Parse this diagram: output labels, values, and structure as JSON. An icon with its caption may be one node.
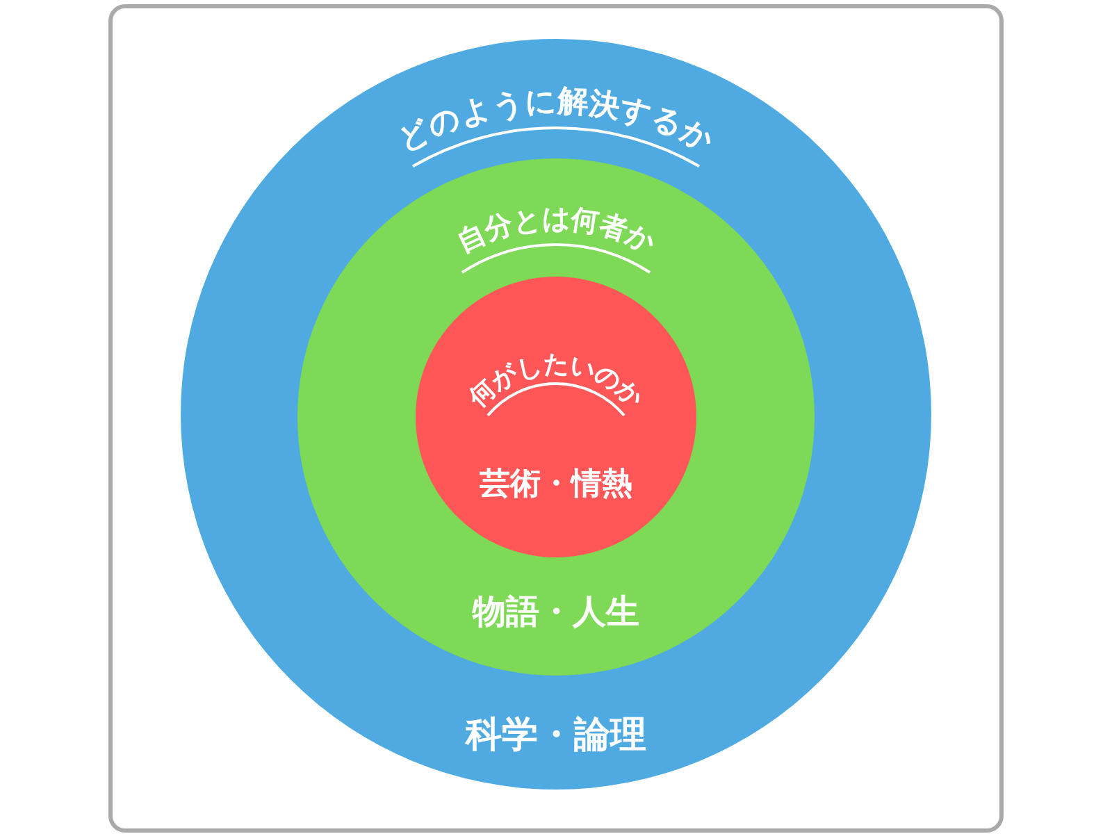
{
  "diagram": {
    "nodes": [
      {
        "text": [
          "どのように解決するか",
          "科学・論理"
        ]
      },
      {
        "text": [
          "自分とは何者か",
          "物語・人生"
        ],
        "in": 0
      },
      {
        "text": [
          "何がしたいのか",
          "芸術・情熱"
        ],
        "in": 1
      }
    ]
  }
}
